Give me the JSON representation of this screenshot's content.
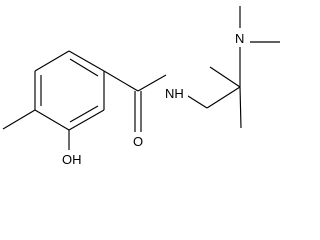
{
  "molecule": {
    "labels": {
      "amine_n": "N",
      "amide_nh": "NH",
      "carbonyl_o": "O",
      "hydroxyl": "OH"
    },
    "colors": {
      "bond": "#000000",
      "text": "#000000",
      "background": "#ffffff"
    }
  }
}
